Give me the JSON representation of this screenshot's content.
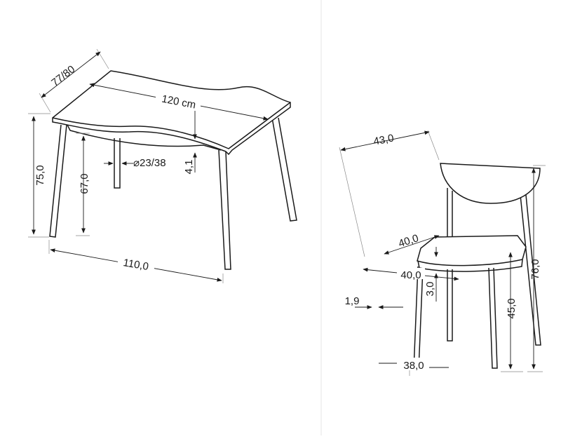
{
  "table": {
    "depth": "77/80",
    "width_top": "120 cm",
    "height_total": "75,0",
    "height_under_frame": "67,0",
    "leg_diameter": "⌀23/38",
    "top_thickness": "4,1",
    "width_legs": "110,0"
  },
  "chair": {
    "back_width": "43,0",
    "seat_depth": "40,0",
    "seat_width": "40,0",
    "seat_thickness": "3,0",
    "leg_diameter": "1,9",
    "total_height": "76,0",
    "seat_height": "45,0",
    "base_width": "38,0"
  }
}
